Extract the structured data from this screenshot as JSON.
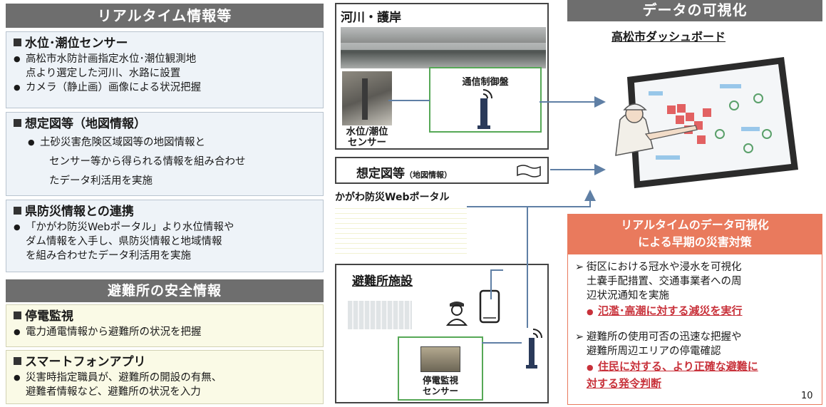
{
  "left": {
    "realtime_header": "リアルタイム情報等",
    "water_sensor": {
      "title": "水位･潮位センサー",
      "b1a": "高松市水防計画指定水位･潮位観測地",
      "b1b": "点より選定した河川、水路に設置",
      "b2": "カメラ（静止画）画像による状況把握"
    },
    "assumed_map": {
      "title": "想定図等（地図情報）",
      "b1a": "土砂災害危険区域図等の地図情報と",
      "b1b": "センサー等から得られる情報を組み合わせ",
      "b1c": "たデータ利活用を実施"
    },
    "pref_disaster": {
      "title": "県防災情報との連携",
      "b1a": "「かがわ防災Webポータル」より水位情報や",
      "b1b": "ダム情報を入手し、県防災情報と地域情報",
      "b1c": "を組み合わせたデータ利活用を実施"
    },
    "shelter_header": "避難所の安全情報",
    "power_monitor": {
      "title": "停電監視",
      "b1": "電力通電情報から避難所の状況を把握"
    },
    "smartphone_app": {
      "title": "スマートフォンアプリ",
      "b1a": "災害時指定職員が、避難所の開設の有無、",
      "b1b": "避難者情報など、避難所の状況を入力"
    }
  },
  "middle": {
    "river_title": "河川・護岸",
    "comm_panel": "通信制御盤",
    "water_sensor_label_1": "水位/潮位",
    "water_sensor_label_2": "センサー",
    "map_label": "想定図等",
    "map_label_small": "（地図情報）",
    "kagawa_portal": "かがわ防災Webポータル",
    "shelter_title": "避難所施設",
    "power_sensor_1": "停電監視",
    "power_sensor_2": "センサー"
  },
  "right": {
    "viz_header": "データの可視化",
    "dashboard_title": "高松市ダッシュボード",
    "orange_1": "リアルタイムのデータ可視化",
    "orange_2": "による早期の災害対策",
    "p1a": "街区における冠水や浸水を可視化",
    "p1b": "土嚢手配措置、交通事業者への周",
    "p1c": "辺状況通知を実施",
    "r1": "氾濫･高潮に対する減災を実行",
    "p2a": "避難所の使用可否の迅速な把握や",
    "p2b": "避難所周辺エリアの停電確認",
    "r2a": "住民に対する、より正確な避難に",
    "r2b": "対する発令判断",
    "page_number": "10"
  },
  "colors": {
    "header_gray": "#6e6e6e",
    "accent_orange": "#e97a5d",
    "red_text": "#c8313a",
    "green_box": "#56a856",
    "line_blue": "#5f7fa5"
  },
  "icons": [
    "wifi-icon",
    "router-icon",
    "person-icon",
    "tablet-icon",
    "map-flag-icon"
  ]
}
